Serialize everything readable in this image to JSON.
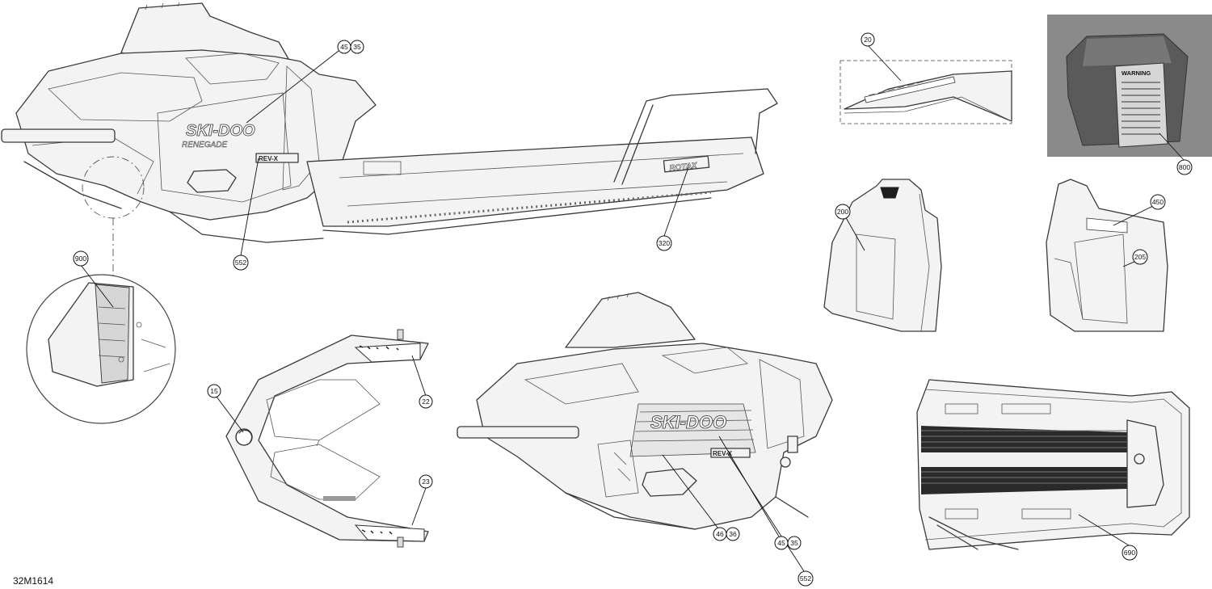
{
  "drawing_code": "32M1614",
  "callouts": {
    "c4535_top": [
      "45",
      "35"
    ],
    "c552_top": "552",
    "c320": "320",
    "c20": "20",
    "c800": "800",
    "c200": "200",
    "c450": "450",
    "c205": "205",
    "c900": "900",
    "c15": "15",
    "c22": "22",
    "c23": "23",
    "c4636": [
      "46",
      "36"
    ],
    "c4535_bottom": [
      "45",
      "35"
    ],
    "c552_bottom": "552",
    "c690": "690"
  },
  "decals": {
    "brand_top": "SKI-DOO",
    "model_top": "RENEGADE",
    "badge_top": "REV-X",
    "tunnel_label": "ROTAX",
    "warning_label": "WARNING"
  }
}
